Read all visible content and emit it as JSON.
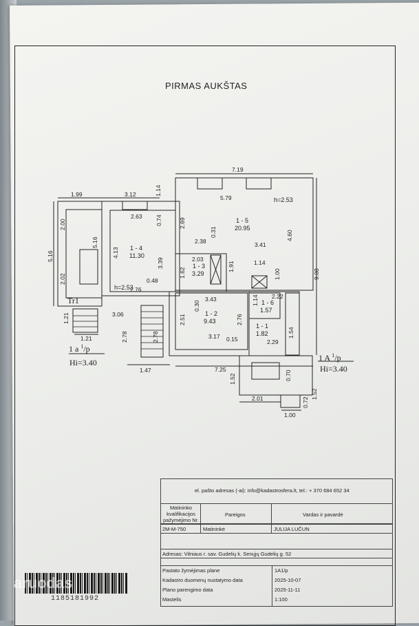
{
  "page": {
    "title": "PIRMAS AUKŠTAS"
  },
  "levels": {
    "left": {
      "label": "1 a",
      "sup": "1",
      "suffix": "/p",
      "height": "Hi=3.40"
    },
    "right": {
      "label": "1 A",
      "sup": "1",
      "suffix": "/p",
      "height": "Hi=3.40"
    },
    "tr": "Tr1"
  },
  "rooms": [
    {
      "id": "1 - 4",
      "area": "11.30",
      "height": "h=2.53"
    },
    {
      "id": "1 - 5",
      "area": "20.95",
      "height": "h=2.53"
    },
    {
      "id": "1 - 3",
      "area": "3.29"
    },
    {
      "id": "1 - 2",
      "area": "9.43"
    },
    {
      "id": "1 - 6",
      "area": "1.57"
    },
    {
      "id": "1 - 1",
      "area": "1.82"
    }
  ],
  "dimensions": {
    "d7_19": "7.19",
    "d1_99": "1.99",
    "d3_12": "3.12",
    "d1_14a": "1.14",
    "d5_79": "5.79",
    "d2_63": "2.63",
    "d0_74": "0.74",
    "d2_69": "2.69",
    "d2_00": "2.00",
    "d5_16a": "5.16",
    "d5_16b": "5.16",
    "d4_13": "4.13",
    "d2_02": "2.02",
    "d3_39": "3.39",
    "d2_38": "2.38",
    "d0_31": "0.31",
    "d3_41": "3.41",
    "d4_60": "4.60",
    "d9_08": "9.08",
    "d2_03": "2.03",
    "d1_62": "1.62",
    "d1_91": "1.91",
    "d1_14b": "1.14",
    "d1_00a": "1.00",
    "d2_76a": "2.76",
    "d0_48": "0.48",
    "d3_43": "3.43",
    "d2_22": "2.22",
    "d1_14c": "1.14",
    "d0_30": "0.30",
    "d3_06": "3.06",
    "d1_21a": "1.21",
    "d1_21b": "1.21",
    "d2_51": "2.51",
    "d2_76b": "2.76",
    "d2_78a": "2.78",
    "d2_78b": "2.78",
    "d3_17": "3.17",
    "d0_15": "0.15",
    "d2_29": "2.29",
    "d1_54": "1.54",
    "d1_47": "1.47",
    "d7_25": "7.25",
    "d0_70": "0.70",
    "d1_52a": "1.52",
    "d1_52b": "1.52",
    "d2_01": "2.01",
    "d0_72": "0.72",
    "d1_00b": "1.00"
  },
  "stamp": {
    "email": "el. pašto adresas (-ai): info@kadastrosfera.lt, tel.: + 370 684 652 34",
    "col1_header": "Matininko kvalifikacijos pažymėjimo Nr.",
    "col2_header": "Pareigos",
    "col3_header": "Vardas ir pavardė",
    "cert_no": "2M-M-750",
    "role": "Matininkė",
    "name": "JULIJA LUČUN",
    "address": "Adresas: Vilniaus r. sav. Gudelių k. Senųjų Gudelių g. 52",
    "rows": [
      {
        "label": "Pastato žymėjimas plane",
        "value": "1A1/p"
      },
      {
        "label": "Kadastro duomenų nustatymo data",
        "value": "2025-10-07"
      },
      {
        "label": "Plano parengimo data",
        "value": "2025-11-11"
      },
      {
        "label": "Mastelis",
        "value": "1:100"
      }
    ]
  },
  "barcode": {
    "number": "1185181992"
  },
  "watermark": "aruodas"
}
